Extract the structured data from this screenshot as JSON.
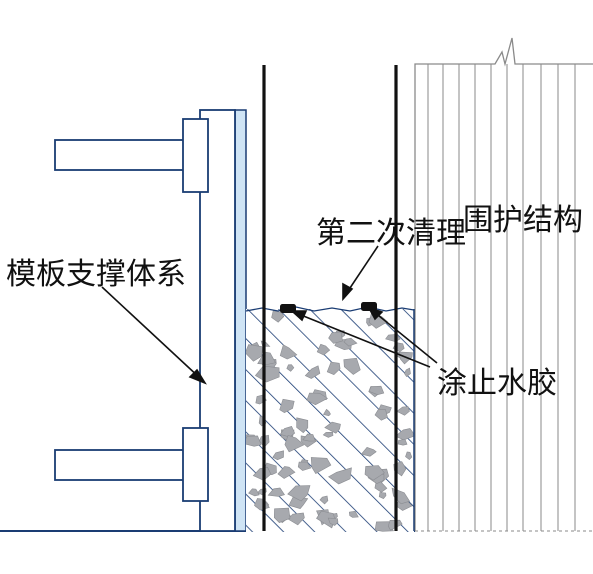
{
  "labels": {
    "formwork": "模板支撑体系",
    "second_clean": "第二次清理",
    "retaining": "围护结构",
    "glue": "涂止水胶"
  },
  "colors": {
    "structure_outline": "#1a3c73",
    "hatch": "#1a3c73",
    "aggregate": "#a7a9ae",
    "waterproof_layer": "#cfe4f5",
    "wall_lines": "#8a8a8a",
    "glue_blob": "#111111"
  }
}
